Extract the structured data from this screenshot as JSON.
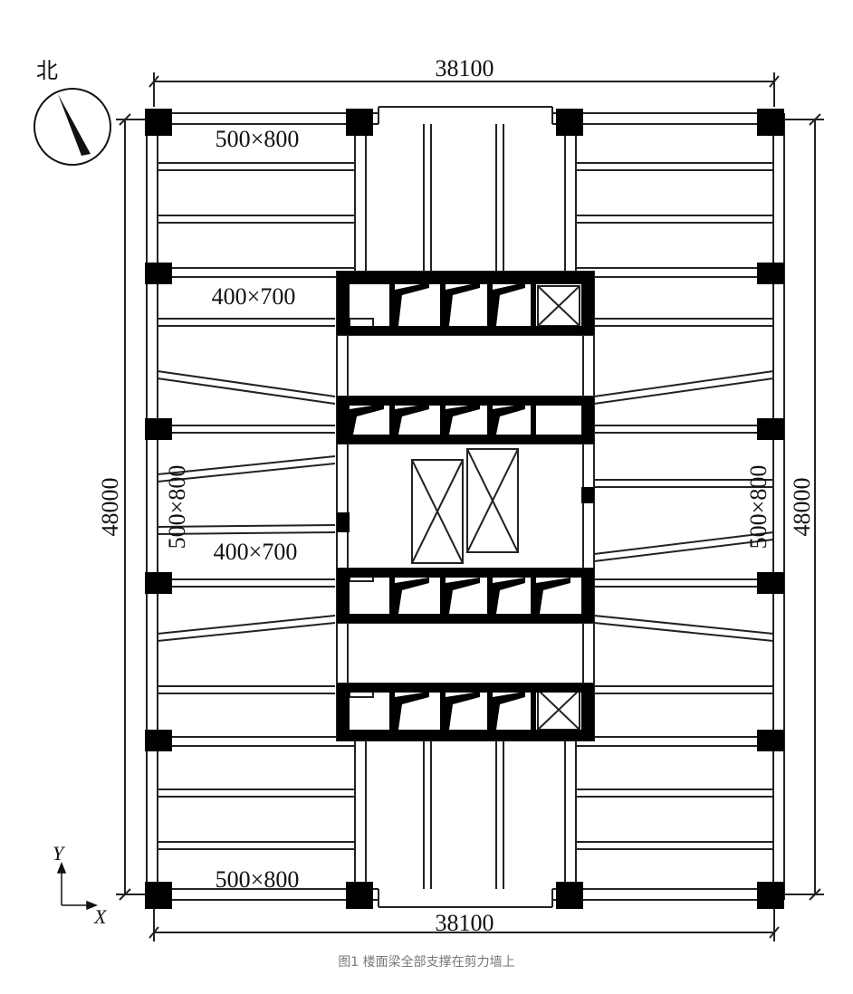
{
  "north_label": "北",
  "dims": {
    "top_width": "38100",
    "bottom_width": "38100",
    "left_height": "48000",
    "right_height": "48000"
  },
  "beam_labels": {
    "top_beam": "500×800",
    "upper_inner_beam": "400×700",
    "lower_inner_beam": "400×700",
    "left_edge_beam": "500×800",
    "right_edge_beam": "500×800",
    "bottom_beam": "500×800"
  },
  "axis": {
    "y": "Y",
    "x": "X"
  },
  "caption": "图1 楼面梁全部支撑在剪力墙上"
}
